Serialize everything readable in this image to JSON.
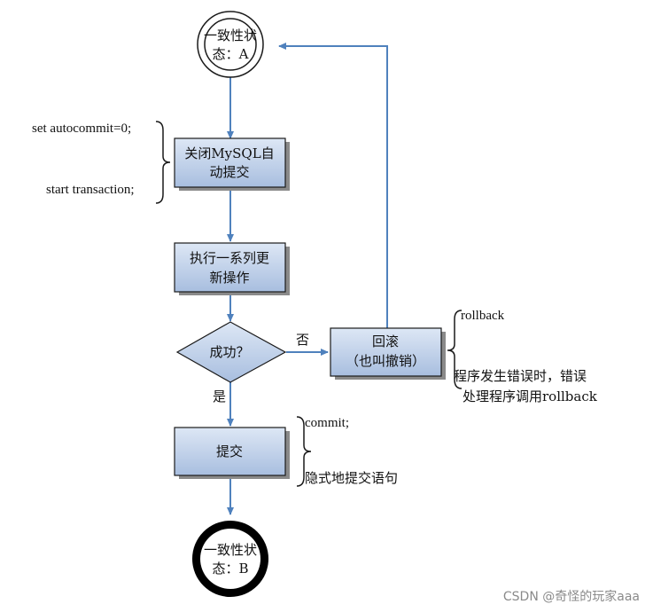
{
  "diagram": {
    "start_state": {
      "line1": "一致性状",
      "line2": "态：A"
    },
    "disable_autocommit": {
      "line1": "关闭MySQL自",
      "line2": "动提交"
    },
    "execute_ops": {
      "line1": "执行一系列更",
      "line2": "新操作"
    },
    "decision": {
      "label": "成功？"
    },
    "rollback_box": {
      "line1": "回滚",
      "line2": "（也叫撤销）"
    },
    "commit_box": {
      "label": "提交"
    },
    "end_state": {
      "line1": "一致性状",
      "line2": "态：B"
    },
    "edge_no": "否",
    "edge_yes": "是",
    "note_autocommit": {
      "line1": "set autocommit=0;",
      "line2": "start transaction;"
    },
    "note_rollback": {
      "line1": "rollback",
      "line2": "程序发生错误时，错误",
      "line3": "处理程序调用rollback"
    },
    "note_commit": {
      "line1": "commit;",
      "line2": "隐式地提交语句"
    }
  },
  "watermark": "CSDN @奇怪的玩家aaa",
  "colors": {
    "box_fill_top": "#dce6f4",
    "box_fill_bottom": "#a9bfdf",
    "arrow": "#4f81bd",
    "outline": "#1a1a1a"
  }
}
